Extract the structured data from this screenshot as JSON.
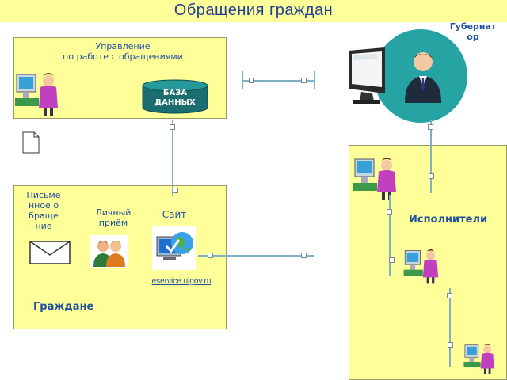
{
  "title": "Обращения граждан",
  "governor_label": "Губернатор",
  "management": {
    "label_line1": "Управление",
    "label_line2": "по работе с обращениями"
  },
  "database": {
    "line1": "БАЗА",
    "line2": "ДАННЫХ"
  },
  "citizens": {
    "written_label": "Письменное обращение",
    "personal_label": "Личный приём",
    "site_label": "Сайт",
    "site_url": "eservice.ulgov.ru",
    "group_label": "Граждане"
  },
  "executors_label": "Исполнители",
  "colors": {
    "panel_fill": "#ffff99",
    "label_blue": "#1f4fa0",
    "connector": "#7fb0c8",
    "governor_circle": "#26a3a3"
  },
  "icons": [
    "woman-at-computer-icon",
    "database-cylinder-icon",
    "monitor-icon",
    "governor-avatar-icon",
    "document-icon",
    "envelope-icon",
    "two-people-icon",
    "globe-computer-icon"
  ]
}
